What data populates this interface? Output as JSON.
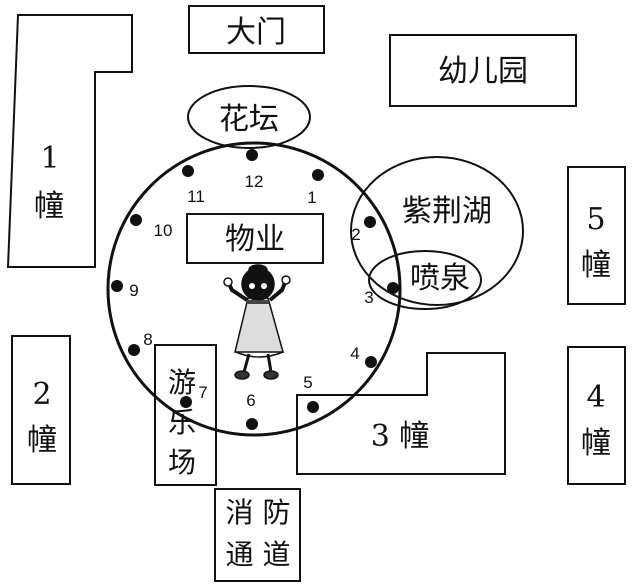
{
  "buildings": {
    "b1": {
      "number": "1",
      "unit": "幢"
    },
    "b2": {
      "number": "2",
      "unit": "幢"
    },
    "b3": {
      "label": "3 幢"
    },
    "b4": {
      "number": "4",
      "unit": "幢"
    },
    "b5": {
      "number": "5",
      "unit": "幢"
    }
  },
  "gate": "大门",
  "kindergarten": "幼儿园",
  "flowerbed": "花坛",
  "property_office": "物业",
  "lake": "紫荆湖",
  "fountain": "喷泉",
  "playground": [
    "游",
    "乐",
    "场"
  ],
  "fire_lane": [
    "消 防",
    "通 道"
  ],
  "clock_numbers": [
    "1",
    "2",
    "3",
    "4",
    "5",
    "6",
    "7",
    "8",
    "9",
    "10",
    "11",
    "12"
  ]
}
